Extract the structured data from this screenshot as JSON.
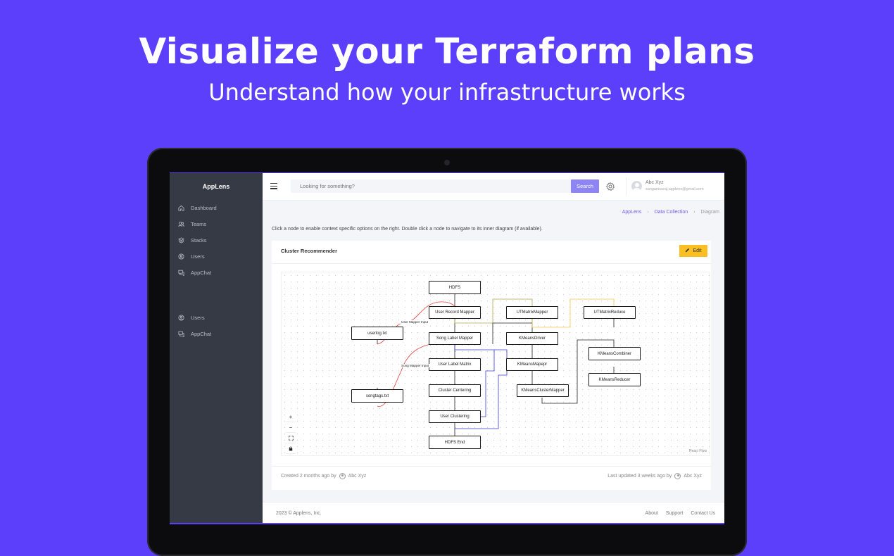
{
  "hero": {
    "title": "Visualize your Terraform plans",
    "subtitle": "Understand how your infrastructure works"
  },
  "app": {
    "brand": "AppLens",
    "sidebar": {
      "items": [
        {
          "label": "Dashboard",
          "icon": "home-icon"
        },
        {
          "label": "Teams",
          "icon": "users-icon"
        },
        {
          "label": "Stacks",
          "icon": "layers-icon"
        },
        {
          "label": "Users",
          "icon": "user-circle-icon"
        },
        {
          "label": "AppChat",
          "icon": "chat-icon"
        },
        {
          "label": "Users",
          "icon": "user-circle-icon"
        },
        {
          "label": "AppChat",
          "icon": "chat-icon"
        }
      ]
    },
    "topbar": {
      "search_placeholder": "Looking for something?",
      "search_button": "Search",
      "user_name": "Abc Xyz",
      "user_email": "sanganisuraj.applens@gmail.com"
    },
    "breadcrumb": [
      "AppLens",
      "Data Collection",
      "Diagram"
    ],
    "hint": "Click a node to enable context specific options on the right. Double click a node to navigate to its inner diagram (if available).",
    "card": {
      "title": "Cluster Recommender",
      "edit_label": "Edit",
      "created": "Created 2 months ago by",
      "created_by": "Abc Xyz",
      "updated": "Last updated 3 weeks ago by",
      "updated_by": "Abc Xyz"
    },
    "diagram": {
      "nodes": {
        "hdfs": "HDFS",
        "user_record_mapper": "User Record Mapper",
        "userlog": "userlog.txt",
        "song_label_mapper": "Song Label Mapper",
        "user_label_matrix": "User Label Matrix",
        "cluster_centering": "Cluster Centering",
        "songtags": "songtags.txt",
        "user_clustering": "User Clustering",
        "hdfs_end": "HDFS End",
        "utmatrix_mapper": "UTMatrixMapper",
        "kmeans_driver": "KMeansDriver",
        "kmeans_mapepr": "KMeansMapepr",
        "kmeans_cluster_mapper": "KMeansClusterMapper",
        "utmatrix_reduce": "UTMatrixReduce",
        "kmeans_combiner": "KMeansCombiner",
        "kmeans_reducer": "KMeansReducer"
      },
      "edge_labels": {
        "user_mapper_input": "User Mapper Input",
        "song_mapper_input": "Song Mapper Input"
      },
      "edge_colors": {
        "red": "#e53935",
        "olive": "#b5a94a",
        "yellow": "#f2c94c",
        "blue": "#3b3bd4",
        "dark": "#222222"
      },
      "controls": {
        "zoom_in": "+",
        "zoom_out": "−",
        "fit": "⛶",
        "lock": "🔒"
      },
      "attribution": "React Flow"
    },
    "footer": {
      "copyright": "2023 © Applens, Inc.",
      "links": [
        "About",
        "Support",
        "Contact Us"
      ]
    }
  }
}
